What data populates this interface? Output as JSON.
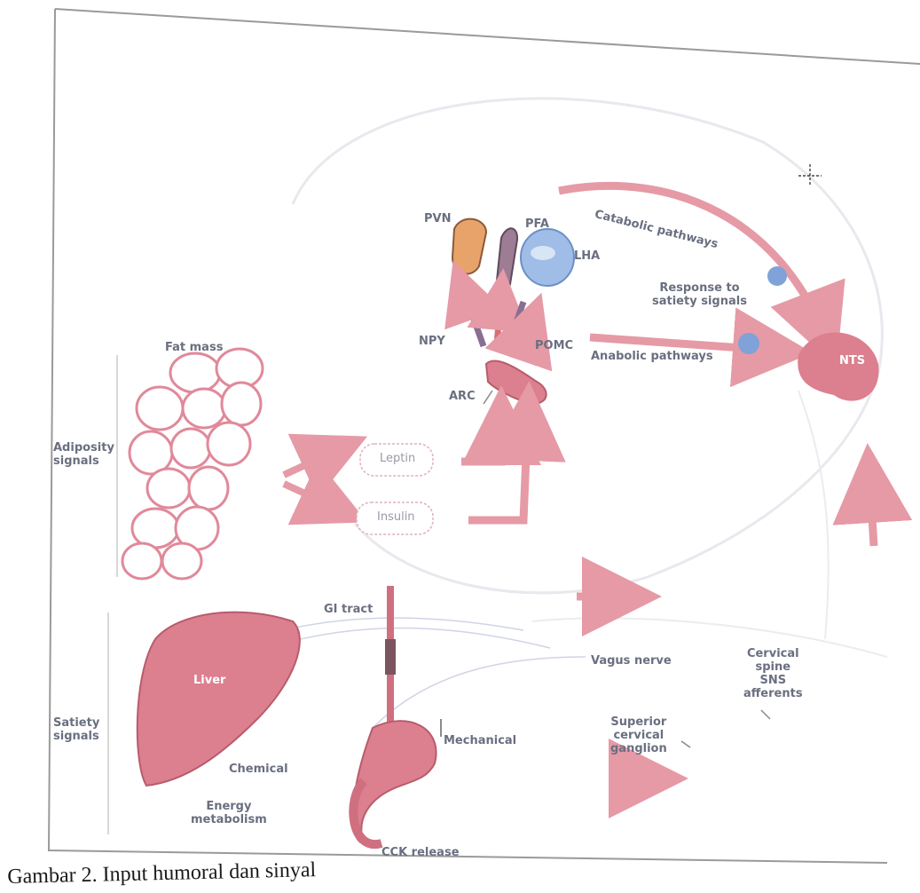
{
  "figure": {
    "labels": {
      "pvn": "PVN",
      "pfa": "PFA",
      "lha": "LHA",
      "npy": "NPY",
      "pomc": "POMC",
      "arc": "ARC",
      "catabolic": "Catabolic pathways",
      "response_satiety": "Response to\nsatiety signals",
      "anabolic": "Anabolic pathways",
      "nts": "NTS",
      "fat_mass": "Fat mass",
      "adiposity": "Adiposity\nsignals",
      "leptin": "Leptin",
      "insulin": "Insulin",
      "gi_tract": "GI tract",
      "vagus": "Vagus nerve",
      "cervical": "Cervical\nspine\nSNS\nafferents",
      "liver": "Liver",
      "mechanical": "Mechanical",
      "superior": "Superior\ncervical\nganglion",
      "satiety": "Satiety\nsignals",
      "chemical": "Chemical",
      "energy": "Energy\nmetabolism",
      "cck": "CCK release"
    },
    "colors": {
      "arrow_red": "#e59aa6",
      "organ_red": "#dc7f8e",
      "receptor_blue": "#7fa2d8",
      "label_gray": "#6a6f80",
      "frame_gray": "#9a9a9a"
    }
  },
  "caption": "Gambar 2. Input humoral dan sinyal"
}
